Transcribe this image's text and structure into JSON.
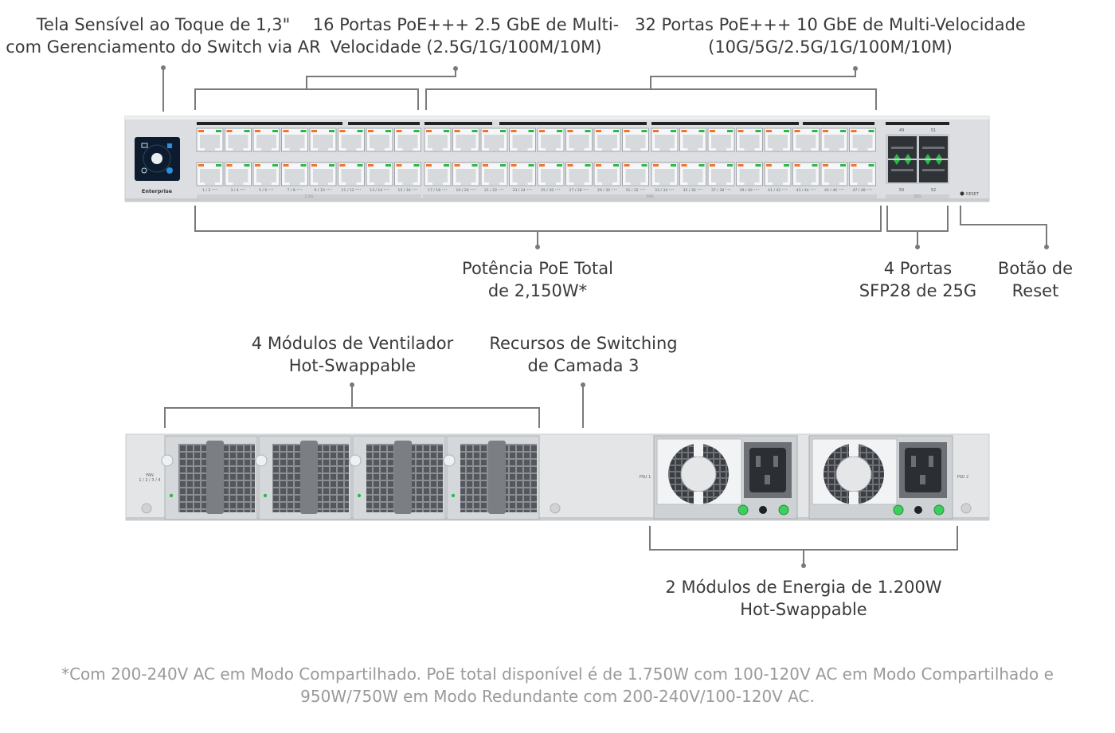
{
  "callouts": {
    "touchscreen": [
      "Tela Sensível ao Toque de 1,3\"",
      "com Gerenciamento do Switch via AR"
    ],
    "ports_2_5g": [
      "16 Portas PoE+++ 2.5 GbE de Multi-",
      "Velocidade (2.5G/1G/100M/10M)"
    ],
    "ports_10g": [
      "32 Portas PoE+++ 10 GbE de Multi-Velocidade",
      "(10G/5G/2.5G/1G/100M/10M)"
    ],
    "poe_total": [
      "Potência PoE Total",
      "de 2,150W*"
    ],
    "sfp28": [
      "4 Portas",
      "SFP28 de 25G"
    ],
    "reset": [
      "Botão de",
      "Reset"
    ],
    "fans": [
      "4 Módulos de Ventilador",
      "Hot-Swappable"
    ],
    "layer3": [
      "Recursos de Switching",
      "de Camada 3"
    ],
    "power": [
      "2 Módulos de Energia de 1.200W",
      "Hot-Swappable"
    ]
  },
  "footnote": [
    "*Com 200-240V AC em Modo Compartilhado. PoE total disponível é de 1.750W com 100-120V AC em Modo Compartilhado e",
    "950W/750W em Modo Redundante com 200-240V/100-120V AC."
  ],
  "device_front": {
    "brand": "Enterprise",
    "port_labels": [
      "1 / 2 ⁺⁺⁺",
      "3 / 4 ⁺⁺⁺",
      "5 / 6 ⁺⁺⁺",
      "7 / 8 ⁺⁺⁺",
      "9 / 10 ⁺⁺⁺",
      "11 / 12 ⁺⁺⁺",
      "13 / 14 ⁺⁺⁺",
      "15 / 16 ⁺⁺⁺",
      "17 / 18 ⁺⁺⁺",
      "19 / 20 ⁺⁺⁺",
      "21 / 22 ⁺⁺⁺",
      "23 / 24 ⁺⁺⁺",
      "25 / 26 ⁺⁺⁺",
      "27 / 28 ⁺⁺⁺",
      "29 / 30 ⁺⁺⁺",
      "31 / 32 ⁺⁺⁺",
      "33 / 34 ⁺⁺⁺",
      "35 / 36 ⁺⁺⁺",
      "37 / 38 ⁺⁺⁺",
      "39 / 40 ⁺⁺⁺",
      "41 / 42 ⁺⁺⁺",
      "43 / 44 ⁺⁺⁺",
      "45 / 46 ⁺⁺⁺",
      "47 / 48 ⁺⁺⁺"
    ],
    "group_labels": [
      "2.5G",
      "10G",
      "25G"
    ],
    "sfp_top": [
      "49",
      "51"
    ],
    "sfp_bottom": [
      "50",
      "52"
    ],
    "reset_text": "RESET"
  },
  "device_rear": {
    "fan_label": [
      "FAN",
      "1 / 2 / 3 / 4"
    ],
    "psu1_label": "PSU 1",
    "psu2_label": "PSU 2"
  },
  "colors": {
    "label_text": "#3a3a3a",
    "footnote_text": "#9a9a9a",
    "bracket": "#7a7a7a",
    "chassis": "#dcdee1",
    "port_led_green": "#2bb84a",
    "port_led_orange": "#f0742b",
    "screen": "#0c1c2e",
    "psu_led": "#3ccf5c"
  }
}
